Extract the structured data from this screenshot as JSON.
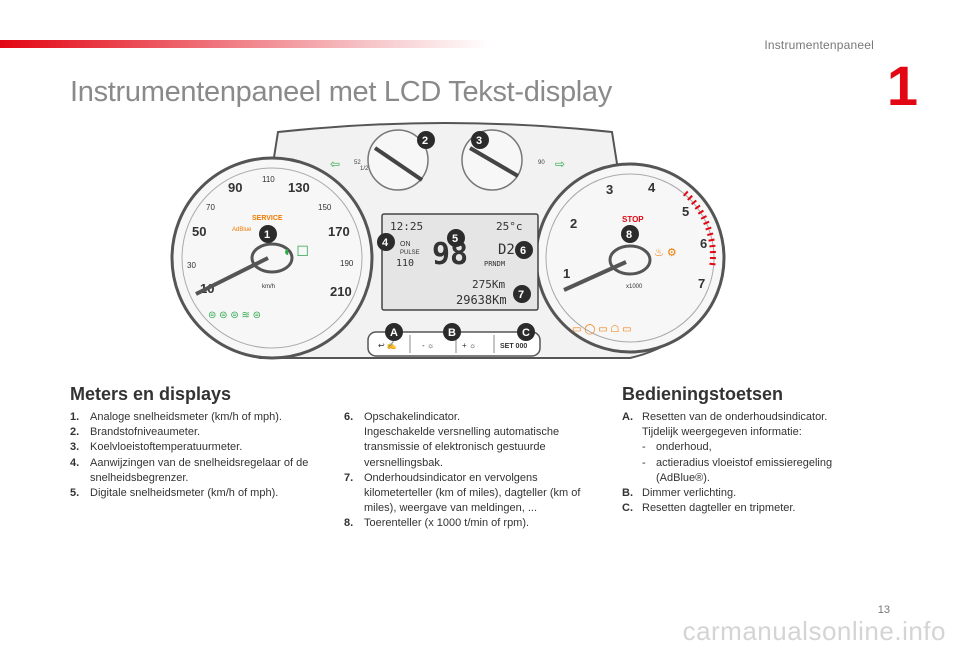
{
  "header": {
    "section": "Instrumentenpaneel",
    "chapter": "1"
  },
  "title": "Instrumentenpaneel met LCD Tekst-display",
  "cluster": {
    "callouts": [
      "1",
      "2",
      "3",
      "4",
      "5",
      "6",
      "7",
      "8",
      "A",
      "B",
      "C"
    ],
    "speedo_ticks": [
      "10",
      "30",
      "50",
      "70",
      "90",
      "110",
      "130",
      "150",
      "170",
      "190",
      "210"
    ],
    "speedo_unit": "km/h",
    "tacho_ticks": [
      "1",
      "2",
      "3",
      "4",
      "5",
      "6",
      "7"
    ],
    "tacho_unit": "x1000",
    "service": "SERVICE",
    "adblue": "AdBlue",
    "stop": "STOP",
    "fuel_left": "1/2",
    "temp_left": "52",
    "temp_right": "90",
    "lcd": {
      "time": "12:25",
      "temp": "25°c",
      "speed": "98",
      "eco": "ON",
      "pulse": "PULSE",
      "gear": "D2",
      "gears": "PRNDM",
      "limit": "110",
      "trip": "275Km",
      "odo": "29638Km"
    },
    "buttons": {
      "a_label": "↩ ✍",
      "b_label": "- ☼",
      "b2_label": "+ ☼",
      "c_label": "SET 000"
    }
  },
  "meters": {
    "heading": "Meters en displays",
    "left": [
      {
        "n": "1.",
        "t": "Analoge snelheidsmeter (km/h of mph)."
      },
      {
        "n": "2.",
        "t": "Brandstofniveaumeter."
      },
      {
        "n": "3.",
        "t": "Koelvloeistoftemperatuurmeter."
      },
      {
        "n": "4.",
        "t": "Aanwijzingen van de snelheidsregelaar of de snelheidsbegrenzer."
      },
      {
        "n": "5.",
        "t": "Digitale snelheidsmeter (km/h of mph)."
      }
    ],
    "right": [
      {
        "n": "6.",
        "t": "Opschakelindicator.",
        "t2": "Ingeschakelde versnelling automatische transmissie of elektronisch gestuurde versnellingsbak."
      },
      {
        "n": "7.",
        "t": "Onderhoudsindicator en vervolgens kilometerteller (km of miles), dagteller (km of miles), weergave van meldingen, ..."
      },
      {
        "n": "8.",
        "t": "Toerenteller (x 1000 t/min of rpm)."
      }
    ]
  },
  "controls": {
    "heading": "Bedieningstoetsen",
    "a": {
      "n": "A.",
      "t": "Resetten van de onderhoudsindicator.",
      "t2": "Tijdelijk weergegeven informatie:",
      "d1": "onderhoud,",
      "d2": "actieradius vloeistof emissieregeling (AdBlue®)."
    },
    "b": {
      "n": "B.",
      "t": "Dimmer verlichting."
    },
    "c": {
      "n": "C.",
      "t": "Resetten dagteller en tripmeter."
    }
  },
  "footer": {
    "page": "13",
    "watermark": "carmanualsonline.info"
  },
  "colors": {
    "accent": "#e30613",
    "callout": "#2b2b2b",
    "warning": "#f07a00",
    "ok": "#2ea84a"
  }
}
